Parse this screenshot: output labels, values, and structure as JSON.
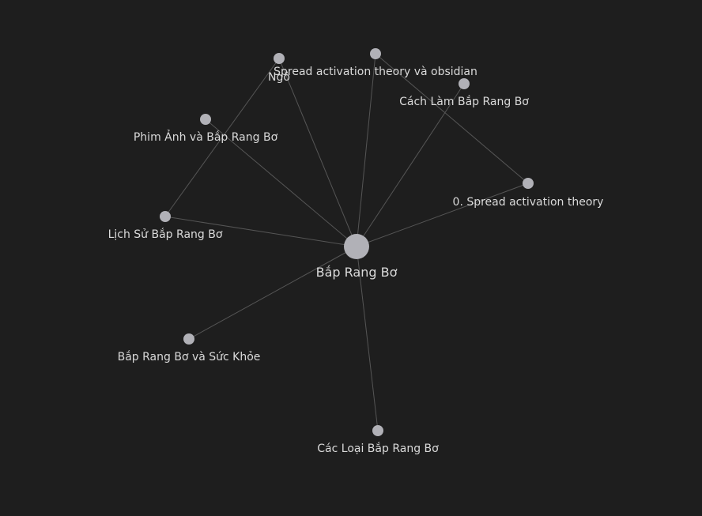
{
  "graph": {
    "colors": {
      "background": "#1e1e1e",
      "node": "#b1b1b7",
      "edge": "#555555",
      "label": "#dadada"
    },
    "nodes": [
      {
        "id": "bap-rang-bo",
        "label": "Bắp Rang Bơ",
        "central": true
      },
      {
        "id": "ngo",
        "label": "Ngô"
      },
      {
        "id": "spread-obsidian",
        "label": "Spread activation theory và obsidian"
      },
      {
        "id": "cach-lam",
        "label": "Cách Làm Bắp Rang Bơ"
      },
      {
        "id": "phim-anh",
        "label": "Phim Ảnh và Bắp Rang Bơ"
      },
      {
        "id": "spread-theory",
        "label": "0. Spread activation theory"
      },
      {
        "id": "lich-su",
        "label": "Lịch Sử Bắp Rang Bơ"
      },
      {
        "id": "suc-khoe",
        "label": "Bắp Rang Bơ và Sức Khỏe"
      },
      {
        "id": "cac-loai",
        "label": "Các Loại Bắp Rang Bơ"
      }
    ],
    "edges": [
      [
        "bap-rang-bo",
        "ngo"
      ],
      [
        "bap-rang-bo",
        "spread-obsidian"
      ],
      [
        "bap-rang-bo",
        "cach-lam"
      ],
      [
        "bap-rang-bo",
        "phim-anh"
      ],
      [
        "bap-rang-bo",
        "spread-theory"
      ],
      [
        "bap-rang-bo",
        "lich-su"
      ],
      [
        "bap-rang-bo",
        "suc-khoe"
      ],
      [
        "bap-rang-bo",
        "cac-loai"
      ],
      [
        "ngo",
        "lich-su"
      ],
      [
        "spread-obsidian",
        "spread-theory"
      ]
    ]
  }
}
